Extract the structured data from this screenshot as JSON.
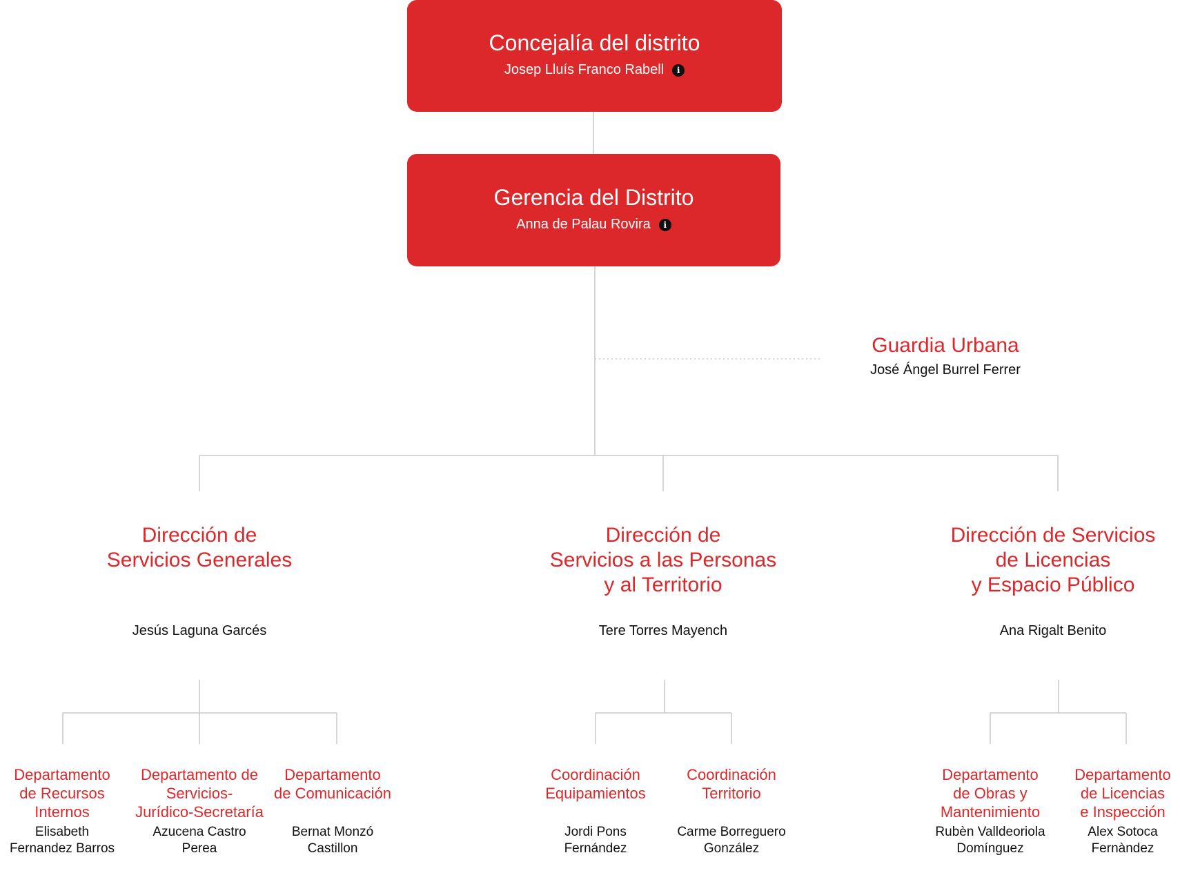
{
  "top": {
    "concejalia": {
      "title": "Concejalía del distrito",
      "person": "Josep Lluís Franco Rabell",
      "info_icon": "i"
    },
    "gerencia": {
      "title": "Gerencia del Distrito",
      "person": "Anna de Palau Rovira",
      "info_icon": "i"
    }
  },
  "guardia": {
    "title": "Guardia Urbana",
    "person": "José Ángel Burrel Ferrer"
  },
  "direcciones": [
    {
      "title": "Dirección de\nServicios Generales",
      "person": "Jesús Laguna Garcés",
      "departments": [
        {
          "title": "Departamento\nde Recursos\nInternos",
          "person": "Elisabeth\nFernandez Barros"
        },
        {
          "title": "Departamento de\nServicios-\nJurídico-Secretaría",
          "person": "Azucena Castro\nPerea"
        },
        {
          "title": "Departamento\nde Comunicación",
          "person": "Bernat Monzó\nCastillon"
        }
      ]
    },
    {
      "title": "Dirección de\nServicios a las Personas\ny al Territorio",
      "person": "Tere Torres Mayench",
      "departments": [
        {
          "title": "Coordinación\nEquipamientos",
          "person": "Jordi Pons\nFernández"
        },
        {
          "title": "Coordinación\nTerritorio",
          "person": "Carme Borreguero\nGonzález"
        }
      ]
    },
    {
      "title": "Dirección de Servicios\nde Licencias\ny Espacio Público",
      "person": "Ana Rigalt Benito",
      "departments": [
        {
          "title": "Departamento\nde Obras y\nMantenimiento",
          "person": "Rubèn Valldeoriola\nDomínguez"
        },
        {
          "title": "Departamento\nde Licencias\ne Inspección",
          "person": "Alex Sotoca\nFernàndez"
        }
      ]
    }
  ],
  "colors": {
    "accent": "#dc282a",
    "line": "#c8c8c8",
    "text": "#111111",
    "box_text": "#ffffff"
  }
}
